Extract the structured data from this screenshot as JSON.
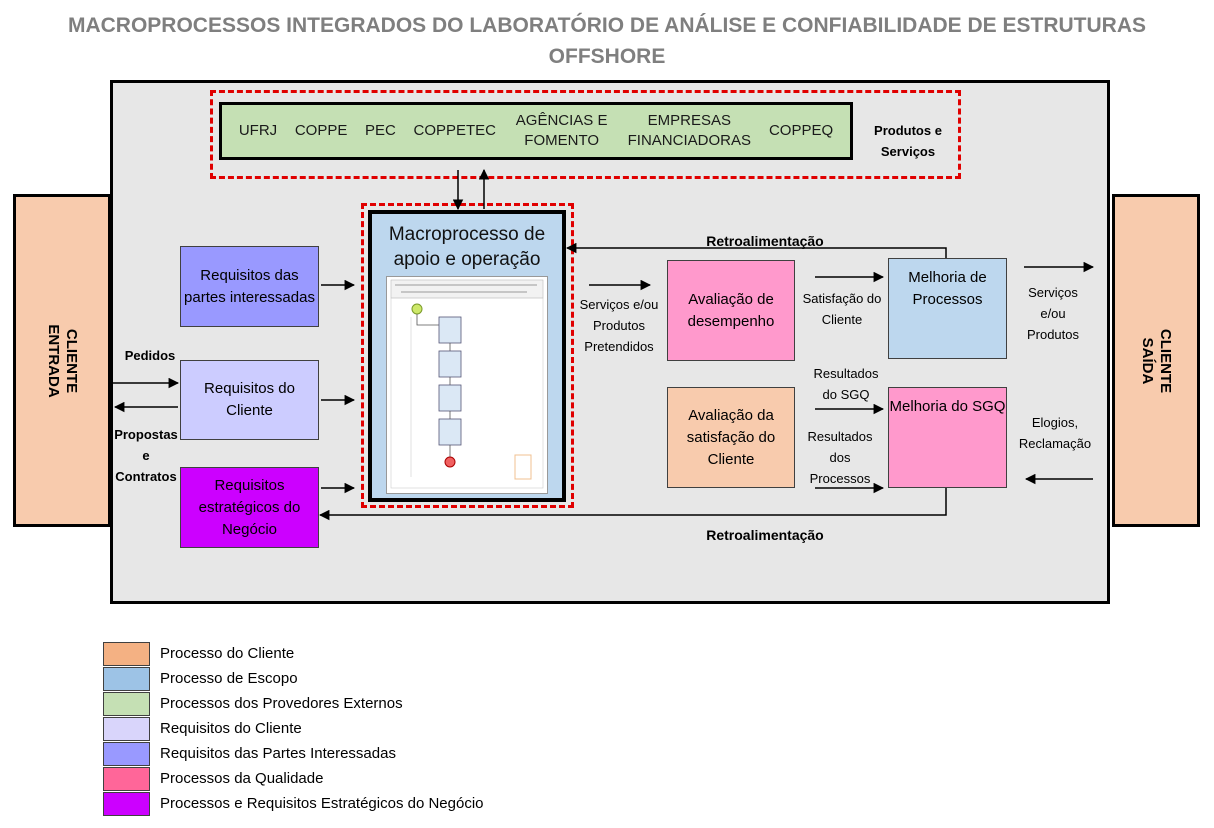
{
  "title_line1": "MACROPROCESSOS INTEGRADOS DO LABORATÓRIO DE ANÁLISE E CONFIABILIDADE DE ESTRUTURAS",
  "title_line2": "OFFSHORE",
  "client_in": {
    "line1": "CLIENTE",
    "line2": "ENTRADA"
  },
  "client_out": {
    "line1": "CLIENTE",
    "line2": "SAÍDA"
  },
  "providers": [
    "UFRJ",
    "COPPE",
    "PEC",
    "COPPETEC",
    "AGÊNCIAS E FOMENTO",
    "EMPRESAS FINANCIADORAS",
    "COPPEQ"
  ],
  "products_services": "Produtos e Serviços",
  "macro_title": "Macroprocesso de apoio e operação",
  "boxes": {
    "req_partes": "Requisitos das partes interessadas",
    "req_cliente": "Requisitos do Cliente",
    "req_estrategicos": "Requisitos estratégicos do Negócio",
    "aval_desempenho": "Avaliação de desempenho",
    "aval_satisfacao": "Avaliação da satisfação do Cliente",
    "melhoria_processos": "Melhoria de Processos",
    "melhoria_sgq": "Melhoria do SGQ"
  },
  "labels": {
    "pedidos": "Pedidos",
    "propostas": "Propostas e Contratos",
    "retro_top": "Retroalimentação",
    "retro_bottom": "Retroalimentação",
    "servicos_pretendidos": "Serviços e/ou Produtos Pretendidos",
    "satisfacao_cliente": "Satisfação do Cliente",
    "servicos_produtos": "Serviços e/ou Produtos",
    "resultados_sgq": "Resultados do SGQ",
    "resultados_processos": "Resultados dos Processos",
    "elogios": "Elogios, Reclamação"
  },
  "legend": [
    {
      "label": "Processo do Cliente",
      "color": "#f4b183"
    },
    {
      "label": "Processo de Escopo",
      "color": "#9dc3e6"
    },
    {
      "label": "Processos dos Provedores Externos",
      "color": "#c5e0b4"
    },
    {
      "label": "Requisitos do Cliente",
      "color": "#d9d5fb"
    },
    {
      "label": "Requisitos das Partes Interessadas",
      "color": "#9999ff"
    },
    {
      "label": "Processos da Qualidade",
      "color": "#ff6699"
    },
    {
      "label": "Processos e Requisitos Estratégicos do Negócio",
      "color": "#cc00ff"
    }
  ],
  "colors": {
    "client": "#f8cbad",
    "scope": "#bdd7ee",
    "providers": "#c5e0b4",
    "req_client": "#ccccff",
    "req_partes": "#9999ff",
    "quality": "#ff99cc",
    "strategic": "#cc00ff",
    "aval_satisfacao": "#f8cbad",
    "dashed_border": "#e00000"
  }
}
